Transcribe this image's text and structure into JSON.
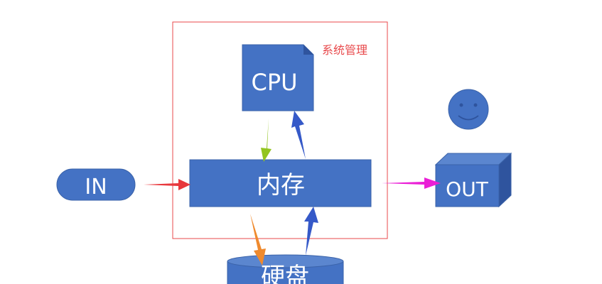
{
  "diagram": {
    "system_label": "系统管理",
    "cpu_label": "CPU",
    "memory_label": "内存",
    "input_label": "IN",
    "output_label": "OUT",
    "disk_label": "硬盘"
  },
  "colors": {
    "box_fill": "#4472c4",
    "box_fill_dark": "#2f549e",
    "box_border": "#3a62a8",
    "frame": "#e8494b",
    "system_label": "#e8494b",
    "arrow_in": "#e8383d",
    "arrow_cpu_to_mem": "#92c420",
    "arrow_mem_to_cpu": "#3559c8",
    "arrow_out": "#ea1fd6",
    "arrow_mem_to_disk": "#ef8a2e",
    "arrow_disk_to_mem": "#3559c8"
  },
  "icons": {
    "face": "smiley-face-icon",
    "cpu_shape": "folded-corner-card",
    "output_shape": "3d-cube",
    "disk_shape": "cylinder"
  }
}
